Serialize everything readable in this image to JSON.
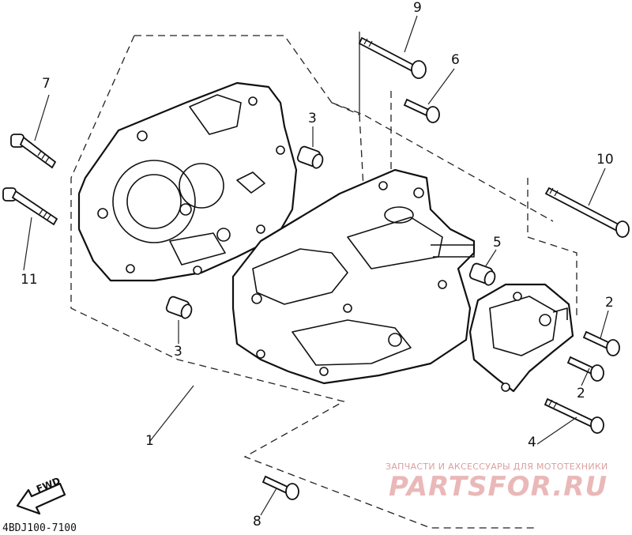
{
  "diagram": {
    "code": "4BDJ100-7100",
    "direction_label": "FWD",
    "watermark": {
      "line1": "ЗАПЧАСТИ И АКСЕССУАРЫ ДЛЯ МОТОТЕХНИКИ",
      "line2": "PARTSFOR.RU"
    },
    "callouts": [
      "1",
      "2",
      "2",
      "3",
      "3",
      "4",
      "5",
      "6",
      "7",
      "8",
      "9",
      "10",
      "11"
    ]
  }
}
